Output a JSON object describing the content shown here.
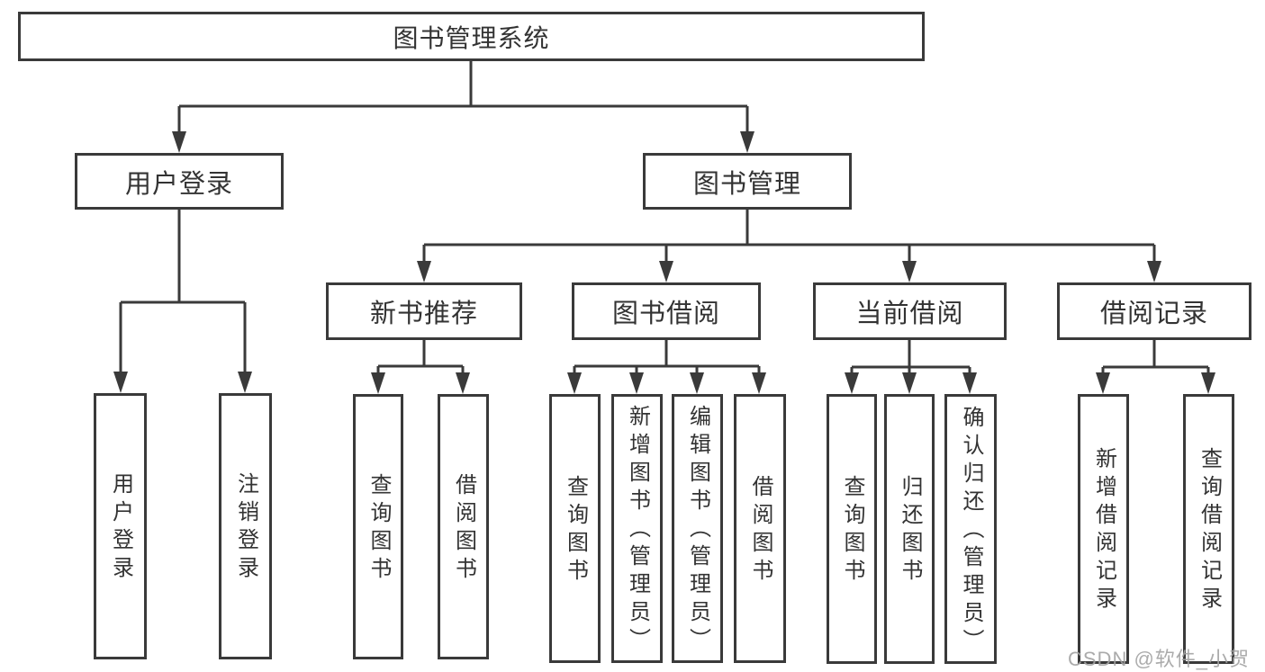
{
  "diagram_title": "图书管理系统",
  "colors": {
    "line": "#3a3a3a",
    "text": "#333333",
    "background": "#ffffff",
    "watermark": "#a3a3a3"
  },
  "watermark": "CSDN @软件_小贺同学",
  "tree": {
    "label": "图书管理系统",
    "children": [
      {
        "label": "用户登录",
        "children": [
          {
            "label": "用户登录"
          },
          {
            "label": "注销登录"
          }
        ]
      },
      {
        "label": "图书管理",
        "children": [
          {
            "label": "新书推荐",
            "children": [
              {
                "label": "查询图书"
              },
              {
                "label": "借阅图书"
              }
            ]
          },
          {
            "label": "图书借阅",
            "children": [
              {
                "label": "查询图书"
              },
              {
                "label": "新增图书（管理员）"
              },
              {
                "label": "编辑图书（管理员）"
              },
              {
                "label": "借阅图书"
              }
            ]
          },
          {
            "label": "当前借阅",
            "children": [
              {
                "label": "查询图书"
              },
              {
                "label": "归还图书"
              },
              {
                "label": "确认归还（管理员）"
              }
            ]
          },
          {
            "label": "借阅记录",
            "children": [
              {
                "label": "新增借阅记录"
              },
              {
                "label": "查询借阅记录"
              }
            ]
          }
        ]
      }
    ]
  }
}
